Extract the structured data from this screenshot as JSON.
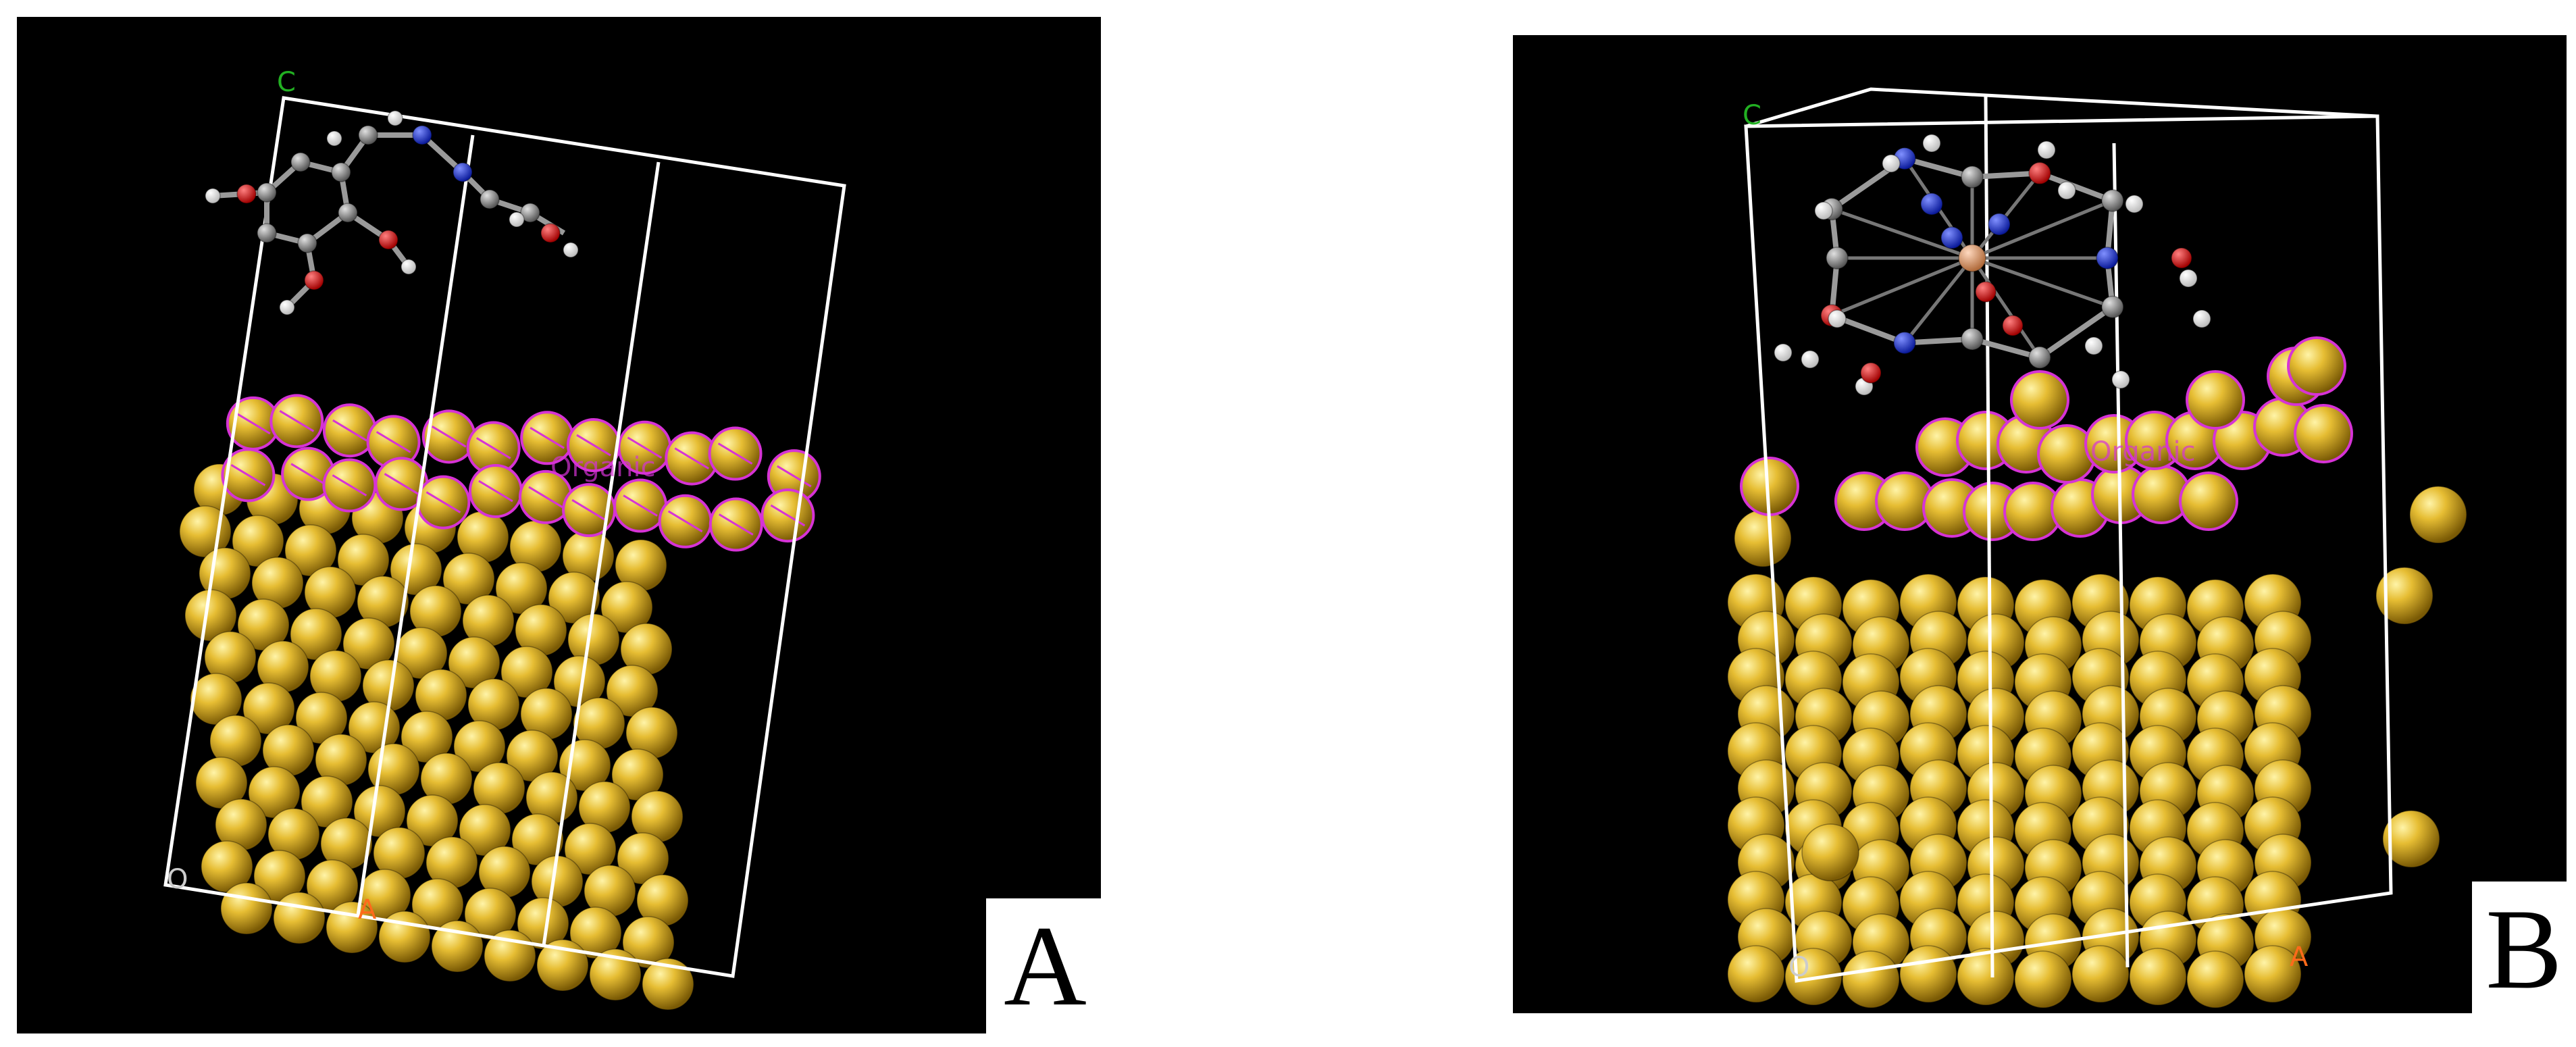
{
  "panels": [
    {
      "id": "A",
      "label": "A",
      "axis_labels": {
        "c": "C",
        "origin": "O",
        "a": "A"
      },
      "surface_tag": "Organic"
    },
    {
      "id": "B",
      "label": "B",
      "axis_labels": {
        "c": "C",
        "origin": "O",
        "a": "A"
      },
      "surface_tag": "Organic"
    }
  ],
  "colors": {
    "background": "#000000",
    "cell_edge": "#ffffff",
    "gold_atom": "#e3b62a",
    "surface_highlight": "#d633d6",
    "carbon": "#8c8c8c",
    "hydrogen": "#ffffff",
    "oxygen": "#e01010",
    "nitrogen": "#1a2ee0",
    "metal_center": "#e8a070",
    "c_axis_label": "#22b022",
    "a_axis_label": "#ff6a1a"
  }
}
